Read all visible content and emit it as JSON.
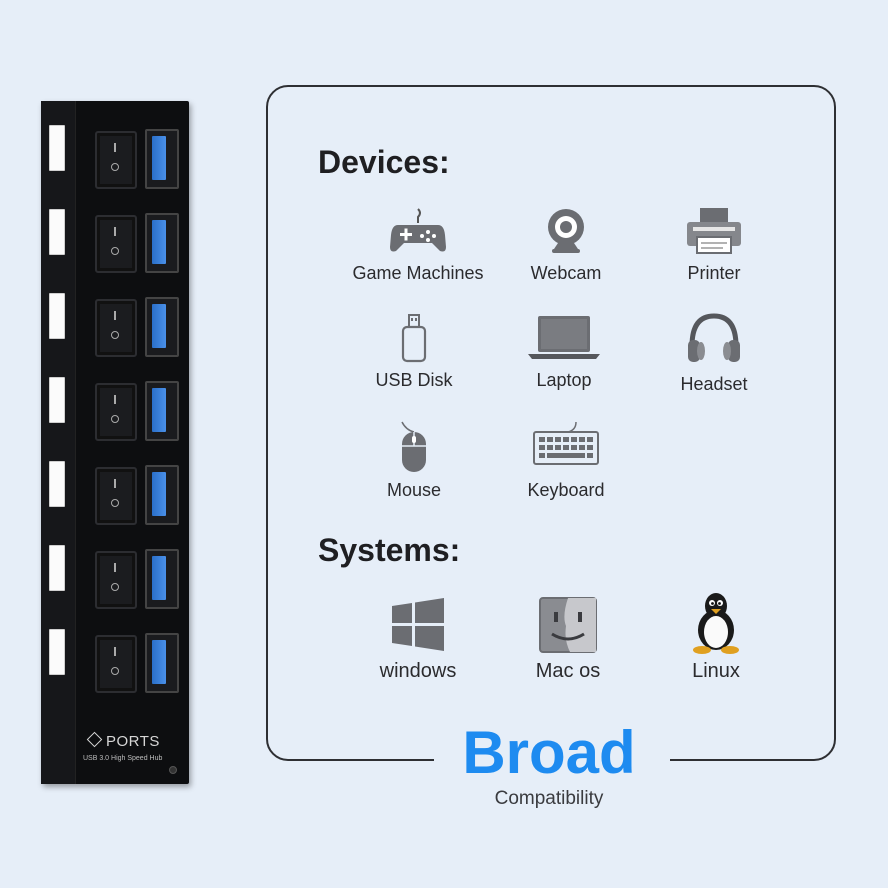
{
  "hub": {
    "brand": "PORTS",
    "subtitle": "USB 3.0 High Speed  Hub",
    "port_count": 7
  },
  "devices": {
    "title": "Devices:",
    "items": [
      {
        "label": "Game Machines",
        "icon": "gamepad-icon"
      },
      {
        "label": "Webcam",
        "icon": "webcam-icon"
      },
      {
        "label": "Printer",
        "icon": "printer-icon"
      },
      {
        "label": "USB Disk",
        "icon": "usb-disk-icon"
      },
      {
        "label": "Laptop",
        "icon": "laptop-icon"
      },
      {
        "label": "Headset",
        "icon": "headset-icon"
      },
      {
        "label": "Mouse",
        "icon": "mouse-icon"
      },
      {
        "label": "Keyboard",
        "icon": "keyboard-icon"
      }
    ]
  },
  "systems": {
    "title": "Systems:",
    "items": [
      {
        "label": "windows",
        "icon": "windows-icon"
      },
      {
        "label": "Mac os",
        "icon": "mac-finder-icon"
      },
      {
        "label": "Linux",
        "icon": "tux-penguin-icon"
      }
    ]
  },
  "footer": {
    "headline": "Broad",
    "subline": "Compatibility"
  },
  "colors": {
    "background": "#e6eef8",
    "accent": "#1e8bf0",
    "text": "#1f1f22",
    "hub_body": "#0d0e10",
    "port_blue": "#2a6fc9"
  }
}
